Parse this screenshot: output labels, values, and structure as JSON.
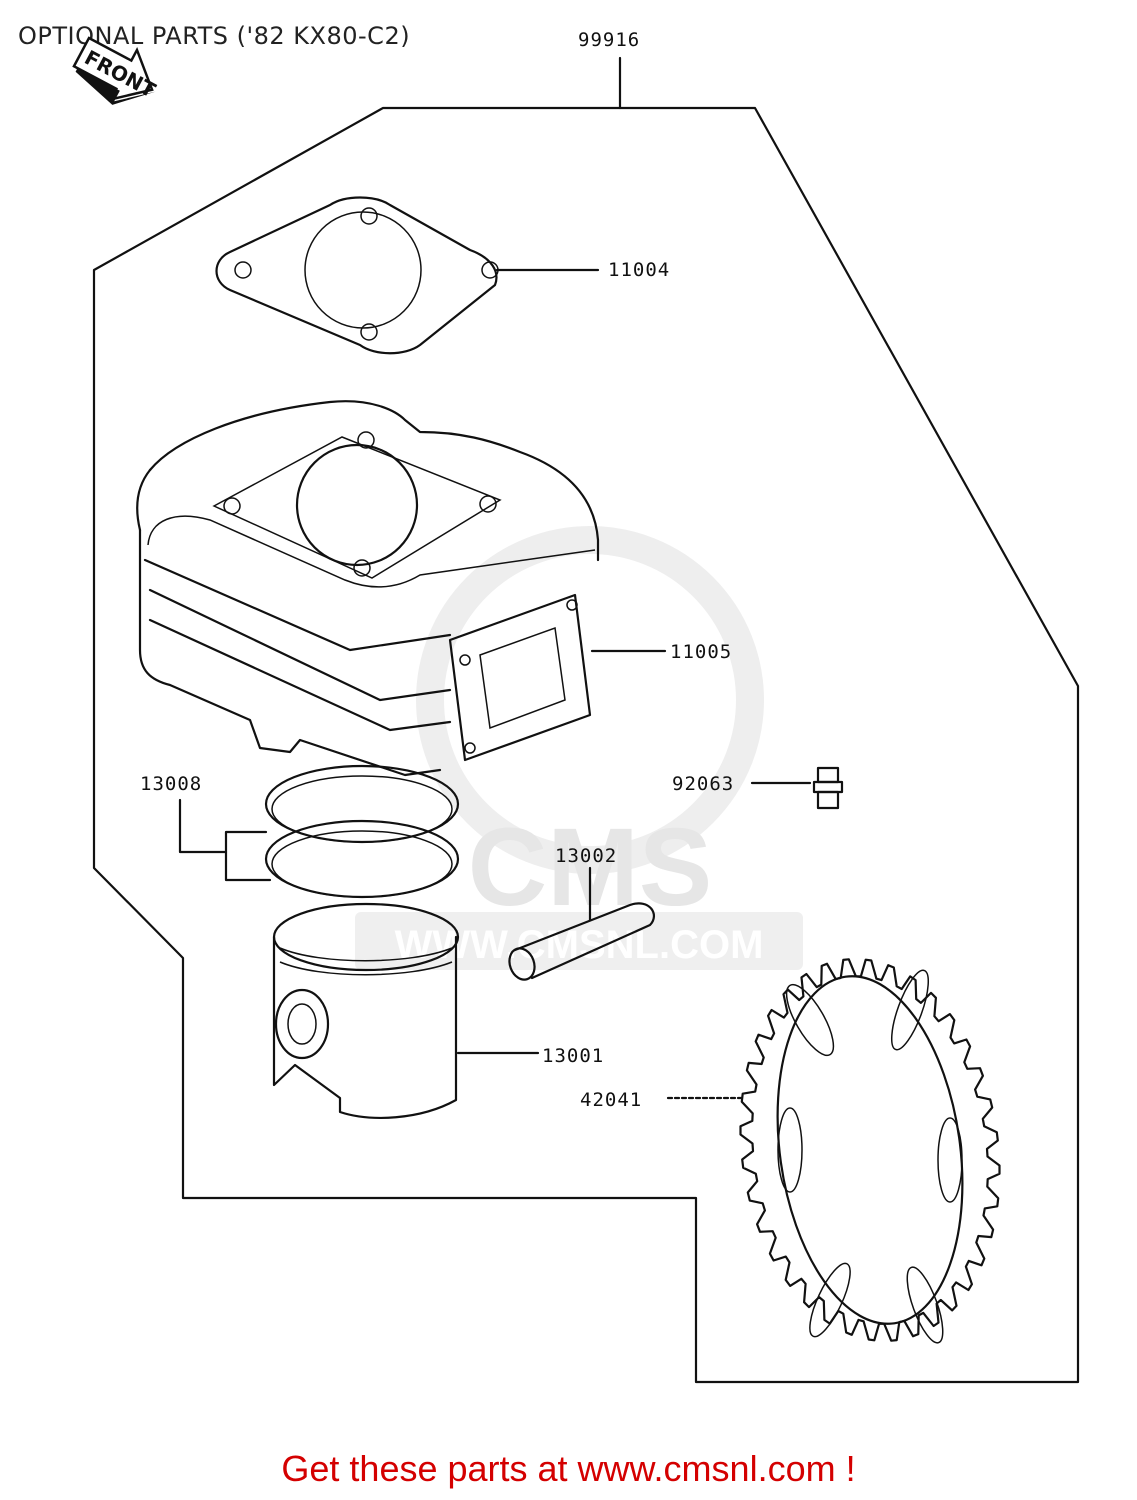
{
  "title": "OPTIONAL PARTS ('82 KX80-C2)",
  "front_label": "FRONT",
  "watermark": {
    "logo_text": "CMS",
    "url_text": "WWW.CMSNL.COM"
  },
  "parts": [
    {
      "number": "99916"
    },
    {
      "number": "11004"
    },
    {
      "number": "11005"
    },
    {
      "number": "92063"
    },
    {
      "number": "13008"
    },
    {
      "number": "13002"
    },
    {
      "number": "13001"
    },
    {
      "number": "42041"
    }
  ],
  "footer": "Get these parts at www.cmsnl.com !",
  "colors": {
    "footer": "#d40000",
    "lines": "#111111"
  }
}
